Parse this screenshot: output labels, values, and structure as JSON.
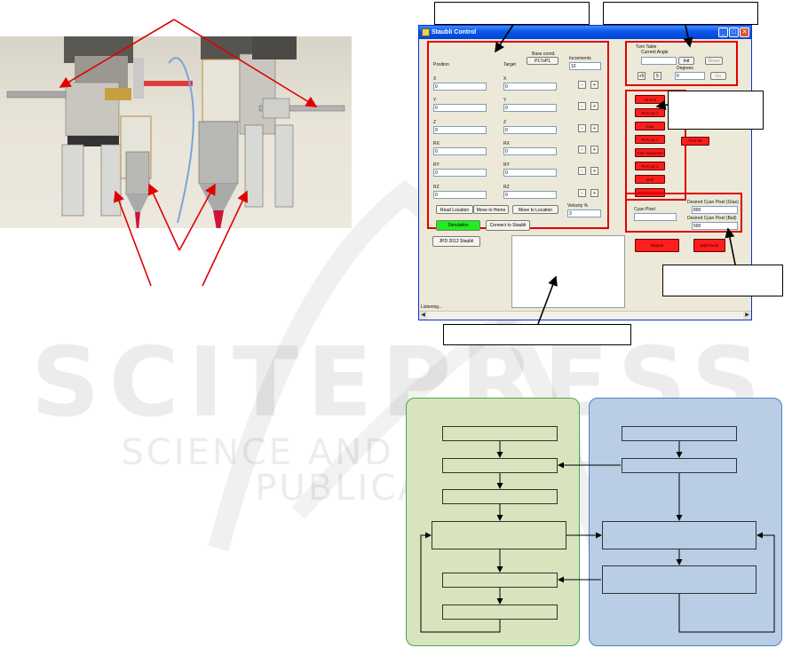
{
  "window": {
    "title": "Staubli Control",
    "minimize": "_",
    "maximize": "□",
    "close": "✕"
  },
  "position": {
    "position_label": "Position",
    "target_label": "Target",
    "base_coord_label": "Base coord.",
    "base_coord_button": "P17oP1",
    "increments_label": "Increments",
    "increments_value": "10",
    "axes": [
      {
        "label": "X",
        "position": "0",
        "target": "0"
      },
      {
        "label": "Y",
        "position": "0",
        "target": "0"
      },
      {
        "label": "Z",
        "position": "0",
        "target": "0"
      },
      {
        "label": "RX",
        "position": "0",
        "target": "0"
      },
      {
        "label": "RY",
        "position": "0",
        "target": "0"
      },
      {
        "label": "RZ",
        "position": "0",
        "target": "0"
      }
    ],
    "minus": "-",
    "plus": "+",
    "read_location": "Read Location",
    "move_to_home": "Move to Home",
    "move_to_location": "Move to Location",
    "velocity_label": "Velocity %",
    "velocity_value": "3",
    "simulation": "Simulation",
    "connect": "Connect to Staubli"
  },
  "turntable": {
    "title": "Turn Table",
    "current_angle_label": "Current Angle",
    "current_angle_value": "",
    "init": "Init",
    "reset": "Reset",
    "degrees_label": "Degrees",
    "degrees_value": "0",
    "minus5": "+5",
    "plus5": "5",
    "go": "Go"
  },
  "actions": {
    "buttons": [
      "Alt Pos",
      "Pick Up 1",
      "Glue",
      "Pick Up 2",
      "Glue Dispense",
      "Pick Up 3",
      "Ball",
      "Ball Dispense"
    ],
    "turn_button": "Turn 60",
    "cyan_pixel_label": "Cyan Pixel",
    "desired_glue_label": "Desired Cyan Pixel (Glue)",
    "desired_glue_value": "800",
    "desired_ball_label": "Desired Cyan Pixel (Ball)",
    "desired_ball_value": "500",
    "repeat": "Repeat",
    "ball_check": "BallCheck"
  },
  "footer": {
    "jpd_button": "JPD 2012 Staubli",
    "status": "Listening..."
  },
  "watermark": {
    "big": "SCITEPRESS",
    "sub": "SCIENCE AND TECHNOLOGY PUBLICATIONS"
  },
  "colors": {
    "annotation": "#e00000",
    "flow_green": "#d7e4bd",
    "flow_blue": "#b9cde5",
    "xp_title": "#0a56e6",
    "simulation": "#20ee20"
  }
}
